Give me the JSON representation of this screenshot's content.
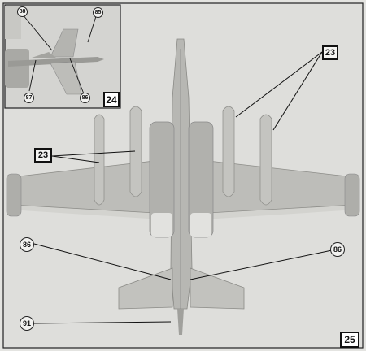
{
  "inset": {
    "step_number": "24",
    "callouts": [
      "88",
      "85",
      "87",
      "86"
    ]
  },
  "main": {
    "step_number": "25",
    "part_23_label": "23",
    "callouts": [
      "86",
      "86",
      "91"
    ]
  },
  "colors": {
    "model_grey": "#b9b9b5",
    "background": "#e4e4e1",
    "ink": "#111111"
  }
}
